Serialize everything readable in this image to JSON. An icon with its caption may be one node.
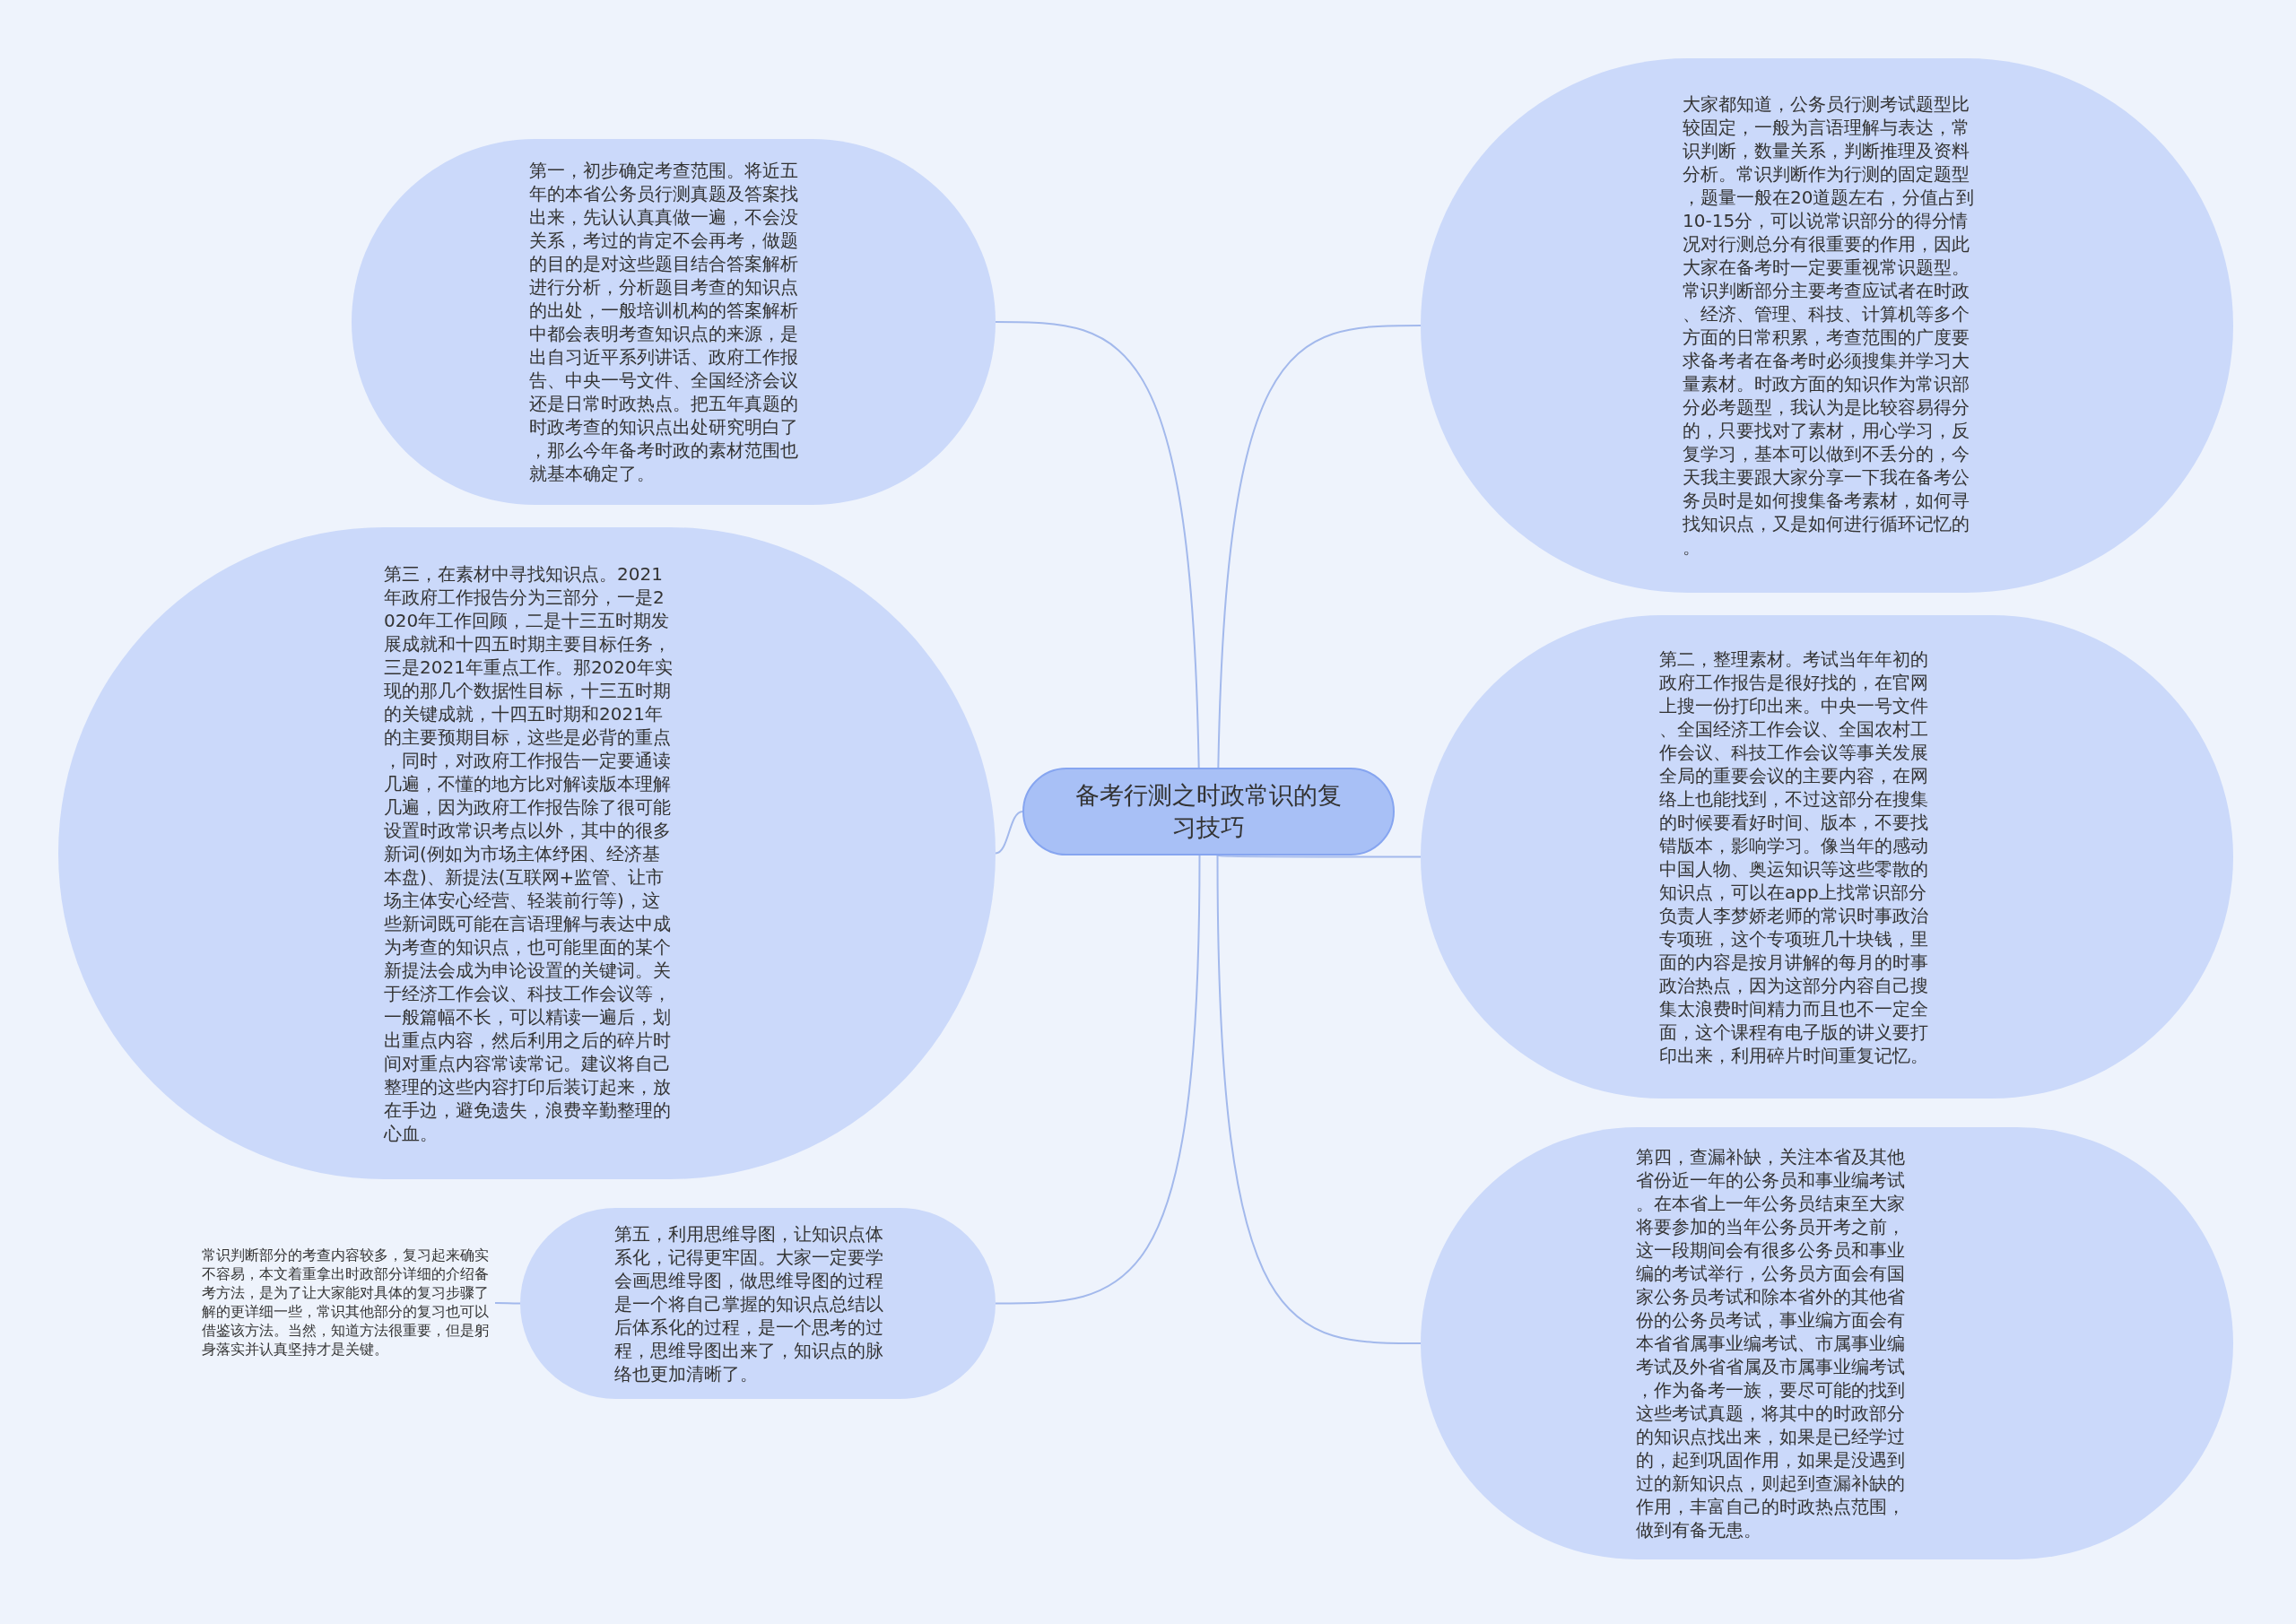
{
  "diagram": {
    "nodes": [
      {
        "text": [
          "备考行测之时政常识的复习技巧"
        ]
      },
      {
        "text": [
          "第一，初步确定考查范围。将近五年的本省公务员行测真题及答案找出来，先认认真真做一遍，不会没关系，考过的肯定不会再考，做题的目的是对这些题目结合答案解析进行分析，分析题目考查的知识点的出处，一般培训机构的答案解析中都会表明考查知识点的来源，是出自习近平系列讲话、政府工作报告、中央一号文件、全国经济会议还是日常时政热点。把五年真题的时政考查的知识点出处研究明白了，那么今年备考时政的素材范围也就基本确定了。"
        ]
      },
      {
        "text": [
          "大家都知道，公务员行测考试题型比较固定，一般为言语理解与表达，常识判断，数量关系，判断推理及资料分析。常识判断作为行测的固定题型，题量一般在20道题左右，分值占到10-15分，可以说常识部分的得分情况对行测总分有很重要的作用，因此大家在备考时一定要重视常识题型。常识判断部分主要考查应试者在时政、经济、管理、科技、计算机等多个方面的日常积累，考查范围的广度要求备考者在备考时必须搜集并学习大量素材。时政方面的知识作为常识部分必考题型，我认为是比较容易得分的，只要找对了素材，用心学习，反复学习，基本可以做到不丢分的，今天我主要跟大家分享一下我在备考公务员时是如何搜集备考素材，如何寻找知识点，又是如何进行循环记忆的。"
        ]
      },
      {
        "text": [
          "第三，在素材中寻找知识点。2021年政府工作报告分为三部分，一是2020年工作回顾，二是十三五时期发展成就和十四五时期主要目标任务，三是2021年重点工作。那2020年实现的那几个数据性目标，十三五时期的关键成就，十四五时期和2021年的主要预期目标，这些是必背的重点，同时，对政府工作报告一定要通读几遍，不懂的地方比对解读版本理解几遍，因为政府工作报告除了很可能设置时政常识考点以外，其中的很多新词(例如为市场主体纾困、经济基本盘)、新提法(互联网+监管、让市场主体安心经营、轻装前行等)，这些新词既可能在言语理解与表达中成为考查的知识点，也可能里面的某个新提法会成为申论设置的关键词。关于经济工作会议、科技工作会议等，一般篇幅不长，可以精读一遍后，划出重点内容，然后利用之后的碎片时间对重点内容常读常记。建议将自己整理的这些内容打印后装订起来，放在手边，避免遗失，浪费辛勤整理的心血。"
        ]
      },
      {
        "text": [
          "第二，整理素材。考试当年年初的政府工作报告是很好找的，在官网上搜一份打印出来。中央一号文件、全国经济工作会议、全国农村工作会议、科技工作会议等事关发展全局的重要会议的主要内容，在网络上也能找到，不过这部分在搜集的时候要看好时间、版本，不要找错版本，影响学习。像当年的感动中国人物、奥运知识等这些零散的知识点，可以在app上找常识部分负责人李梦娇老师的常识时事政治专项班，这个专项班几十块钱，里面的内容是按月讲解的每月的时事政治热点，因为这部分内容自己搜集太浪费时间精力而且也不一定全面，这个课程有电子版的讲义要打印出来，利用碎片时间重复记忆。"
        ]
      },
      {
        "text": [
          "第五，利用思维导图，让知识点体系化，记得更牢固。大家一定要学会画思维导图，做思维导图的过程是一个将自己掌握的知识点总结以后体系化的过程，是一个思考的过程，思维导图出来了，知识点的脉络也更加清晰了。"
        ]
      },
      {
        "text": [
          "常识判断部分的考查内容较多，复习起来确实不容易，本文着重拿出时政部分详细的介绍备考方法，是为了让大家能对具体的复习步骤了解的更详细一些，常识其他部分的复习也可以借鉴该方法。当然，知道方法很重要，但是躬身落实并认真坚持才是关键。"
        ]
      },
      {
        "text": [
          "第四，查漏补缺，关注本省及其他省份近一年的公务员和事业编考试。在本省上一年公务员结束至大家将要参加的当年公务员开考之前，这一段期间会有很多公务员和事业编的考试举行，公务员方面会有国家公务员考试和除本省外的其他省份的公务员考试，事业编方面会有本省省属事业编考试、市属事业编考试及外省省属及市属事业编考试，作为备考一族，要尽可能的找到这些考试真题，将其中的时政部分的知识点找出来，如果是已经学过的，起到巩固作用，如果是没遇到过的新知识点，则起到查漏补缺的作用，丰富自己的时政热点范围，做到有备无患。"
        ]
      }
    ],
    "edges": [
      {
        "from": 0,
        "to": 1,
        "arrow": "none"
      },
      {
        "from": 0,
        "to": 2,
        "arrow": "none"
      },
      {
        "from": 0,
        "to": 3,
        "arrow": "none"
      },
      {
        "from": 0,
        "to": 4,
        "arrow": "none"
      },
      {
        "from": 0,
        "to": 5,
        "arrow": "none"
      },
      {
        "from": 0,
        "to": 7,
        "arrow": "none"
      },
      {
        "from": 5,
        "to": 6,
        "arrow": "none"
      }
    ]
  }
}
